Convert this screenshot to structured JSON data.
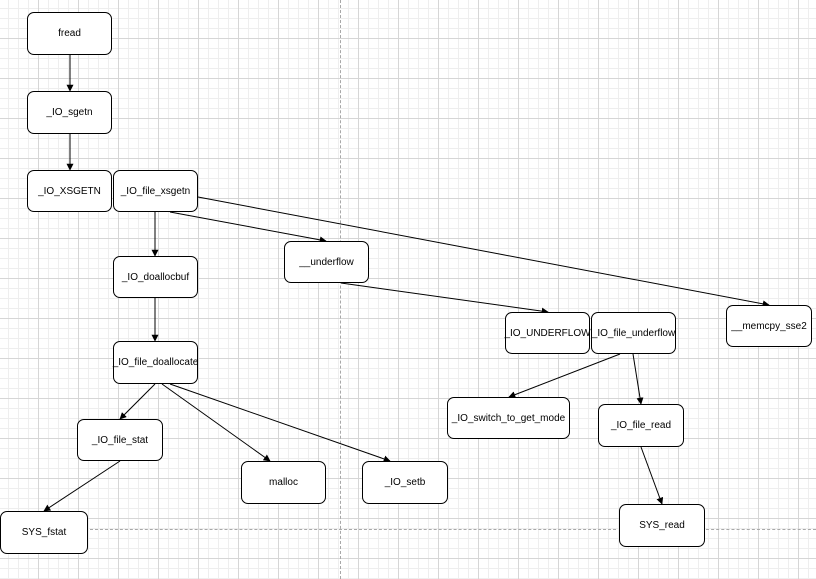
{
  "diagram": {
    "nodes": [
      {
        "id": "fread",
        "label": "fread"
      },
      {
        "id": "io_sgetn",
        "label": "_IO_sgetn"
      },
      {
        "id": "io_xsgetn",
        "label": "_IO_XSGETN"
      },
      {
        "id": "io_file_xsgetn",
        "label": "_IO_file_xsgetn"
      },
      {
        "id": "io_doallocbuf",
        "label": "_IO_doallocbuf"
      },
      {
        "id": "underflow",
        "label": "__underflow"
      },
      {
        "id": "io_file_doallocate",
        "label": "_IO_file_doallocate"
      },
      {
        "id": "io_underflow",
        "label": "_IO_UNDERFLOW"
      },
      {
        "id": "io_file_underflow",
        "label": "_IO_file_underflow"
      },
      {
        "id": "memcpy_sse2",
        "label": "__memcpy_sse2"
      },
      {
        "id": "io_switch_to_get_mode",
        "label": "_IO_switch_to_get_mode"
      },
      {
        "id": "io_file_read",
        "label": "_IO_file_read"
      },
      {
        "id": "io_file_stat",
        "label": "_IO_file_stat"
      },
      {
        "id": "malloc",
        "label": "malloc"
      },
      {
        "id": "io_setb",
        "label": "_IO_setb"
      },
      {
        "id": "sys_fstat",
        "label": "SYS_fstat"
      },
      {
        "id": "sys_read",
        "label": "SYS_read"
      }
    ],
    "edges": [
      {
        "from": "fread",
        "to": "io_sgetn"
      },
      {
        "from": "io_sgetn",
        "to": "io_xsgetn"
      },
      {
        "from": "io_file_xsgetn",
        "to": "io_doallocbuf"
      },
      {
        "from": "io_file_xsgetn",
        "to": "underflow"
      },
      {
        "from": "io_file_xsgetn",
        "to": "memcpy_sse2"
      },
      {
        "from": "io_doallocbuf",
        "to": "io_file_doallocate"
      },
      {
        "from": "underflow",
        "to": "io_underflow"
      },
      {
        "from": "io_file_doallocate",
        "to": "io_file_stat"
      },
      {
        "from": "io_file_doallocate",
        "to": "malloc"
      },
      {
        "from": "io_file_doallocate",
        "to": "io_setb"
      },
      {
        "from": "io_file_underflow",
        "to": "io_switch_to_get_mode"
      },
      {
        "from": "io_file_underflow",
        "to": "io_file_read"
      },
      {
        "from": "io_file_stat",
        "to": "sys_fstat"
      },
      {
        "from": "io_file_read",
        "to": "sys_read"
      }
    ]
  }
}
